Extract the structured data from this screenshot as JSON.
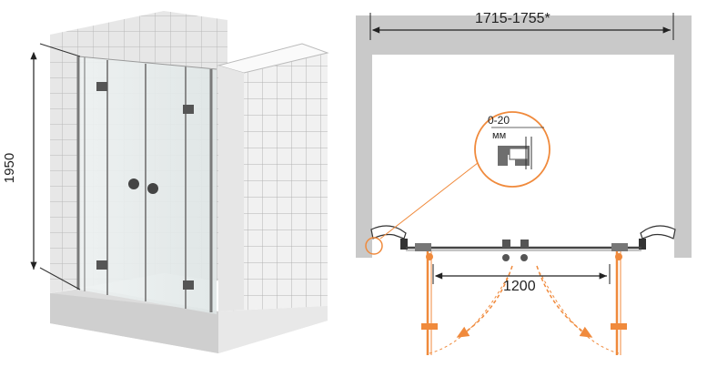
{
  "left_view": {
    "height_label": "1950"
  },
  "plan_view": {
    "width_label": "1715-1755*",
    "opening_label": "1200",
    "detail_range_label": "0-20",
    "detail_unit_label": "мм"
  },
  "colors": {
    "wall": "#c9c9c9",
    "tile_line": "#a9a9a9",
    "accent_orange": "#f08a3c",
    "frame": "#7a7a7a"
  }
}
